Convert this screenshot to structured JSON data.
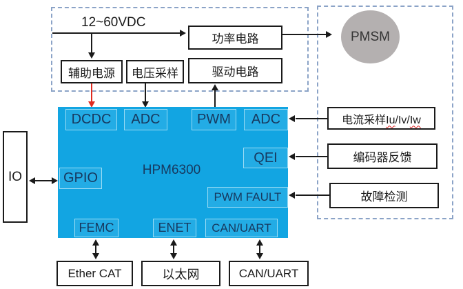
{
  "colors": {
    "mcu_fill": "#12a5e2",
    "mcu_subblock_border": "#9bdcf4",
    "mcu_text": "#17395f",
    "box_border": "#1a1a1a",
    "dashed_outline": "#8ba3c7",
    "motor_fill": "#b4b0b0",
    "red_arrow": "#e02b20"
  },
  "power_section": {
    "voltage_label": "12~60VDC",
    "power_circuit": "功率电路",
    "aux_power": "辅助电源",
    "voltage_sampling": "电压采样",
    "drive_circuit": "驱动电路"
  },
  "motor": {
    "label": "PMSM"
  },
  "io": {
    "label": "IO"
  },
  "mcu": {
    "label": "HPM6300",
    "dcdc": "DCDC",
    "adc_top": "ADC",
    "pwm": "PWM",
    "adc_right": "ADC",
    "qei": "QEI",
    "gpio": "GPIO",
    "pwm_fault": "PWM FAULT",
    "femc": "FEMC",
    "enet": "ENET",
    "can_uart": "CAN/UART"
  },
  "feedback_section": {
    "current_prefix": "电流采样",
    "phase_u": "Iu",
    "slash1": "/",
    "phase_v": "Iv",
    "slash2": "/",
    "phase_w": "Iw",
    "encoder": "编码器反馈",
    "fault": "故障检测"
  },
  "connectivity": {
    "ethercat": "Ether CAT",
    "ethernet": "以太网",
    "can_uart": "CAN/UART"
  }
}
